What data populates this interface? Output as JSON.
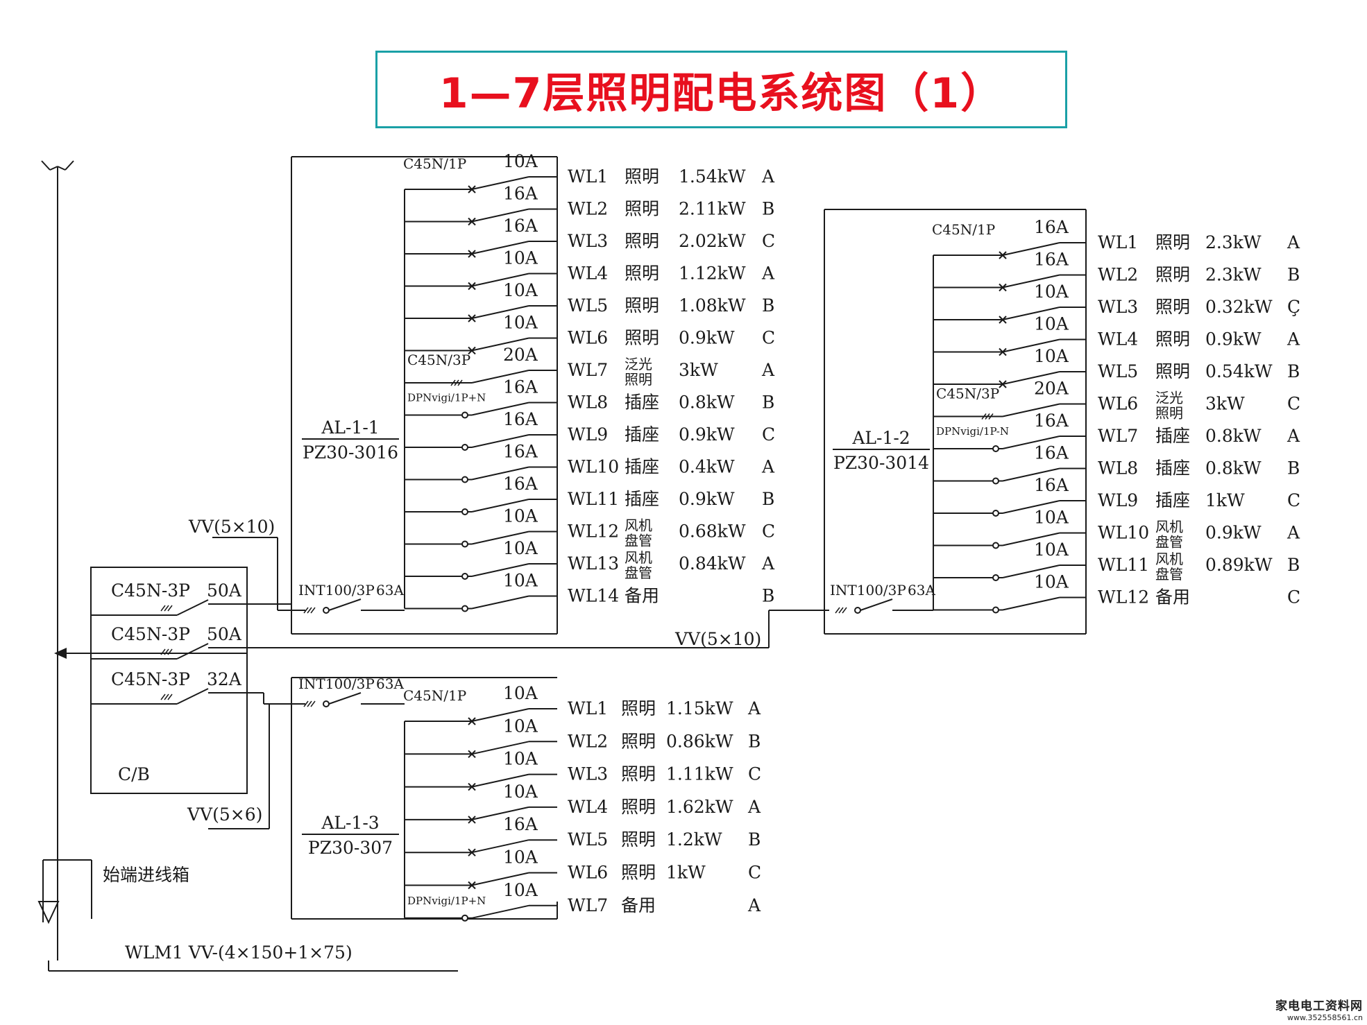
{
  "title": "1—7层照明配电系统图（1）",
  "cb_panel": {
    "name": "C/B",
    "breakers": [
      {
        "model": "C45N-3P",
        "rating": "50A"
      },
      {
        "model": "C45N-3P",
        "rating": "50A"
      },
      {
        "model": "C45N-3P",
        "rating": "32A"
      }
    ]
  },
  "cables": {
    "to_al11": "VV(5×10)",
    "to_al12": "VV(5×10)",
    "to_al13": "VV(5×6)",
    "incoming_box": "始端进线箱",
    "main_feeder": "WLM1  VV-(4×150+1×75)"
  },
  "panels": [
    {
      "id": "al11",
      "name": "AL-1-1",
      "model": "PZ30-3016",
      "main_breaker": "INT100/3P",
      "main_rating": "63A",
      "branch_models": [
        "C45N/1P",
        "C45N/3P",
        "DPNvigi/1P+N"
      ],
      "circuits": [
        {
          "wl": "WL1",
          "use": "照明",
          "load": "1.54kW",
          "phase": "A",
          "rating": "10A"
        },
        {
          "wl": "WL2",
          "use": "照明",
          "load": "2.11kW",
          "phase": "B",
          "rating": "16A"
        },
        {
          "wl": "WL3",
          "use": "照明",
          "load": "2.02kW",
          "phase": "C",
          "rating": "16A"
        },
        {
          "wl": "WL4",
          "use": "照明",
          "load": "1.12kW",
          "phase": "A",
          "rating": "10A"
        },
        {
          "wl": "WL5",
          "use": "照明",
          "load": "1.08kW",
          "phase": "B",
          "rating": "10A"
        },
        {
          "wl": "WL6",
          "use": "照明",
          "load": "0.9kW",
          "phase": "C",
          "rating": "10A"
        },
        {
          "wl": "WL7",
          "use": "泛光照明",
          "load": "3kW",
          "phase": "A",
          "rating": "20A"
        },
        {
          "wl": "WL8",
          "use": "插座",
          "load": "0.8kW",
          "phase": "B",
          "rating": "16A"
        },
        {
          "wl": "WL9",
          "use": "插座",
          "load": "0.9kW",
          "phase": "C",
          "rating": "16A"
        },
        {
          "wl": "WL10",
          "use": "插座",
          "load": "0.4kW",
          "phase": "A",
          "rating": "16A"
        },
        {
          "wl": "WL11",
          "use": "插座",
          "load": "0.9kW",
          "phase": "B",
          "rating": "16A"
        },
        {
          "wl": "WL12",
          "use": "风机盘管",
          "load": "0.68kW",
          "phase": "C",
          "rating": "10A"
        },
        {
          "wl": "WL13",
          "use": "风机盘管",
          "load": "0.84kW",
          "phase": "A",
          "rating": "10A"
        },
        {
          "wl": "WL14",
          "use": "备用",
          "load": "",
          "phase": "B",
          "rating": "10A"
        }
      ]
    },
    {
      "id": "al12",
      "name": "AL-1-2",
      "model": "PZ30-3014",
      "main_breaker": "INT100/3P",
      "main_rating": "63A",
      "branch_models": [
        "C45N/1P",
        "C45N/3P",
        "DPNvigi/1P-N"
      ],
      "circuits": [
        {
          "wl": "WL1",
          "use": "照明",
          "load": "2.3kW",
          "phase": "A",
          "rating": "16A"
        },
        {
          "wl": "WL2",
          "use": "照明",
          "load": "2.3kW",
          "phase": "B",
          "rating": "16A"
        },
        {
          "wl": "WL3",
          "use": "照明",
          "load": "0.32kW",
          "phase": "Ç",
          "rating": "10A"
        },
        {
          "wl": "WL4",
          "use": "照明",
          "load": "0.9kW",
          "phase": "A",
          "rating": "10A"
        },
        {
          "wl": "WL5",
          "use": "照明",
          "load": "0.54kW",
          "phase": "B",
          "rating": "10A"
        },
        {
          "wl": "WL6",
          "use": "泛光照明",
          "load": "3kW",
          "phase": "C",
          "rating": "20A"
        },
        {
          "wl": "WL7",
          "use": "插座",
          "load": "0.8kW",
          "phase": "A",
          "rating": "16A"
        },
        {
          "wl": "WL8",
          "use": "插座",
          "load": "0.8kW",
          "phase": "B",
          "rating": "16A"
        },
        {
          "wl": "WL9",
          "use": "插座",
          "load": "1kW",
          "phase": "C",
          "rating": "16A"
        },
        {
          "wl": "WL10",
          "use": "风机盘管",
          "load": "0.9kW",
          "phase": "A",
          "rating": "10A"
        },
        {
          "wl": "WL11",
          "use": "风机盘管",
          "load": "0.89kW",
          "phase": "B",
          "rating": "10A"
        },
        {
          "wl": "WL12",
          "use": "备用",
          "load": "",
          "phase": "C",
          "rating": "10A"
        }
      ]
    },
    {
      "id": "al13",
      "name": "AL-1-3",
      "model": "PZ30-307",
      "main_breaker": "INT100/3P",
      "main_rating": "63A",
      "branch_models": [
        "C45N/1P",
        "DPNvigi/1P+N"
      ],
      "circuits": [
        {
          "wl": "WL1",
          "use": "照明",
          "load": "1.15kW",
          "phase": "A",
          "rating": "10A"
        },
        {
          "wl": "WL2",
          "use": "照明",
          "load": "0.86kW",
          "phase": "B",
          "rating": "10A"
        },
        {
          "wl": "WL3",
          "use": "照明",
          "load": "1.11kW",
          "phase": "C",
          "rating": "10A"
        },
        {
          "wl": "WL4",
          "use": "照明",
          "load": "1.62kW",
          "phase": "A",
          "rating": "10A"
        },
        {
          "wl": "WL5",
          "use": "照明",
          "load": "1.2kW",
          "phase": "B",
          "rating": "16A"
        },
        {
          "wl": "WL6",
          "use": "照明",
          "load": "1kW",
          "phase": "C",
          "rating": "10A"
        },
        {
          "wl": "WL7",
          "use": "备用",
          "load": "",
          "phase": "A",
          "rating": "10A"
        }
      ]
    }
  ],
  "watermark": {
    "name": "家电电工资料网",
    "url": "www.352558561.cn"
  }
}
